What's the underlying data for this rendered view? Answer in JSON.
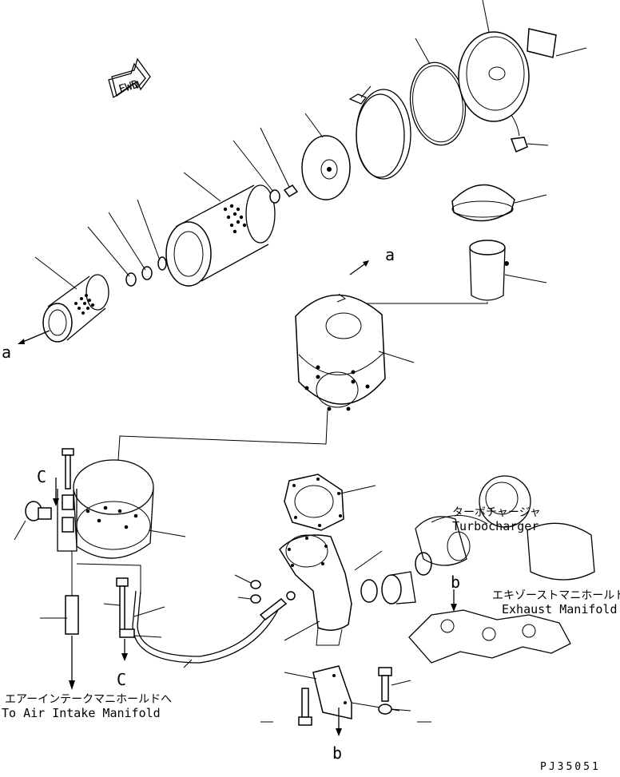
{
  "diagram": {
    "fwd_label": "FWD",
    "ref_letters": {
      "a_top": "a",
      "a_left": "a",
      "b_bottom": "b",
      "b_right": "b",
      "c_left": "C",
      "c_bottom": "C"
    },
    "labels": {
      "turbocharger_jp": "ターボチャージャ",
      "turbocharger_en": "Turbocharger",
      "exhaust_jp": "エキゾーストマニホールド",
      "exhaust_en": "Exhaust Manifold",
      "intake_jp": "エアーインテークマニホールドへ",
      "intake_en": "To Air Intake Manifold"
    },
    "drawing_code": "PJ35051"
  }
}
